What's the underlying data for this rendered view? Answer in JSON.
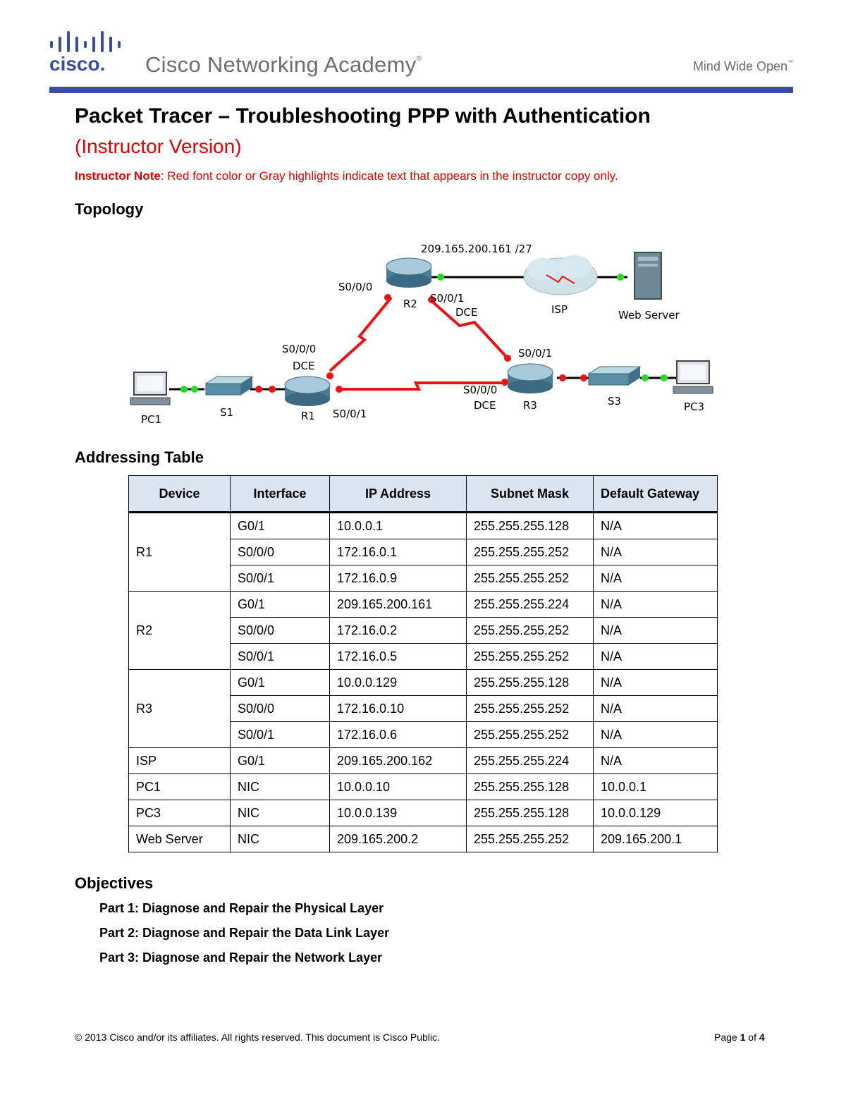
{
  "header": {
    "logo_text": "cisco.",
    "academy": "Cisco Networking Academy",
    "academy_mark": "®",
    "tagline": "Mind Wide Open",
    "tagline_mark": "™"
  },
  "title": "Packet Tracer – Troubleshooting PPP with Authentication",
  "subtitle": "(Instructor Version)",
  "instructor_note": {
    "label": "Instructor Note",
    "text": ": Red font color or Gray highlights indicate text that appears in the instructor copy only."
  },
  "topology": {
    "heading": "Topology",
    "labels": {
      "isp_net": "209.165.200.161 /27",
      "r2_s000": "S0/0/0",
      "r2": "R2",
      "r2_s001": "S0/0/1",
      "r2_dce": "DCE",
      "isp": "ISP",
      "web": "Web Server",
      "r1_s000": "S0/0/0",
      "r1_dce": "DCE",
      "r3_s001": "S0/0/1",
      "pc1": "PC1",
      "s1": "S1",
      "r1": "R1",
      "r1_s001": "S0/0/1",
      "r3_s000": "S0/0/0",
      "r3_dce": "DCE",
      "r3": "R3",
      "s3": "S3",
      "pc3": "PC3"
    }
  },
  "addressing": {
    "heading": "Addressing Table",
    "columns": [
      "Device",
      "Interface",
      "IP Address",
      "Subnet Mask",
      "Default Gateway"
    ],
    "groups": [
      {
        "device": "R1",
        "rows": [
          [
            "G0/1",
            "10.0.0.1",
            "255.255.255.128",
            "N/A"
          ],
          [
            "S0/0/0",
            "172.16.0.1",
            "255.255.255.252",
            "N/A"
          ],
          [
            "S0/0/1",
            "172.16.0.9",
            "255.255.255.252",
            "N/A"
          ]
        ]
      },
      {
        "device": "R2",
        "rows": [
          [
            "G0/1",
            "209.165.200.161",
            "255.255.255.224",
            "N/A"
          ],
          [
            "S0/0/0",
            "172.16.0.2",
            "255.255.255.252",
            "N/A"
          ],
          [
            "S0/0/1",
            "172.16.0.5",
            "255.255.255.252",
            "N/A"
          ]
        ]
      },
      {
        "device": "R3",
        "rows": [
          [
            "G0/1",
            "10.0.0.129",
            "255.255.255.128",
            "N/A"
          ],
          [
            "S0/0/0",
            "172.16.0.10",
            "255.255.255.252",
            "N/A"
          ],
          [
            "S0/0/1",
            "172.16.0.6",
            "255.255.255.252",
            "N/A"
          ]
        ]
      }
    ],
    "singles": [
      [
        "ISP",
        "G0/1",
        "209.165.200.162",
        "255.255.255.224",
        "N/A"
      ],
      [
        "PC1",
        "NIC",
        "10.0.0.10",
        "255.255.255.128",
        "10.0.0.1"
      ],
      [
        "PC3",
        "NIC",
        "10.0.0.139",
        "255.255.255.128",
        "10.0.0.129"
      ],
      [
        "Web Server",
        "NIC",
        "209.165.200.2",
        "255.255.255.252",
        "209.165.200.1"
      ]
    ]
  },
  "objectives": {
    "heading": "Objectives",
    "items": [
      "Part 1: Diagnose and Repair the Physical Layer",
      "Part 2: Diagnose and Repair the Data Link Layer",
      "Part 3: Diagnose and Repair the Network Layer"
    ]
  },
  "footer": {
    "copyright": "© 2013 Cisco and/or its affiliates. All rights reserved. This document is Cisco Public.",
    "page_prefix": "Page ",
    "page_num": "1",
    "page_of": " of ",
    "page_total": "4"
  },
  "colors": {
    "accent_blue": "#3a4ca5",
    "instructor_red": "#e30000",
    "link_red": "#ee1111",
    "port_green": "#22dd22",
    "table_header": "#dbe5f1"
  }
}
